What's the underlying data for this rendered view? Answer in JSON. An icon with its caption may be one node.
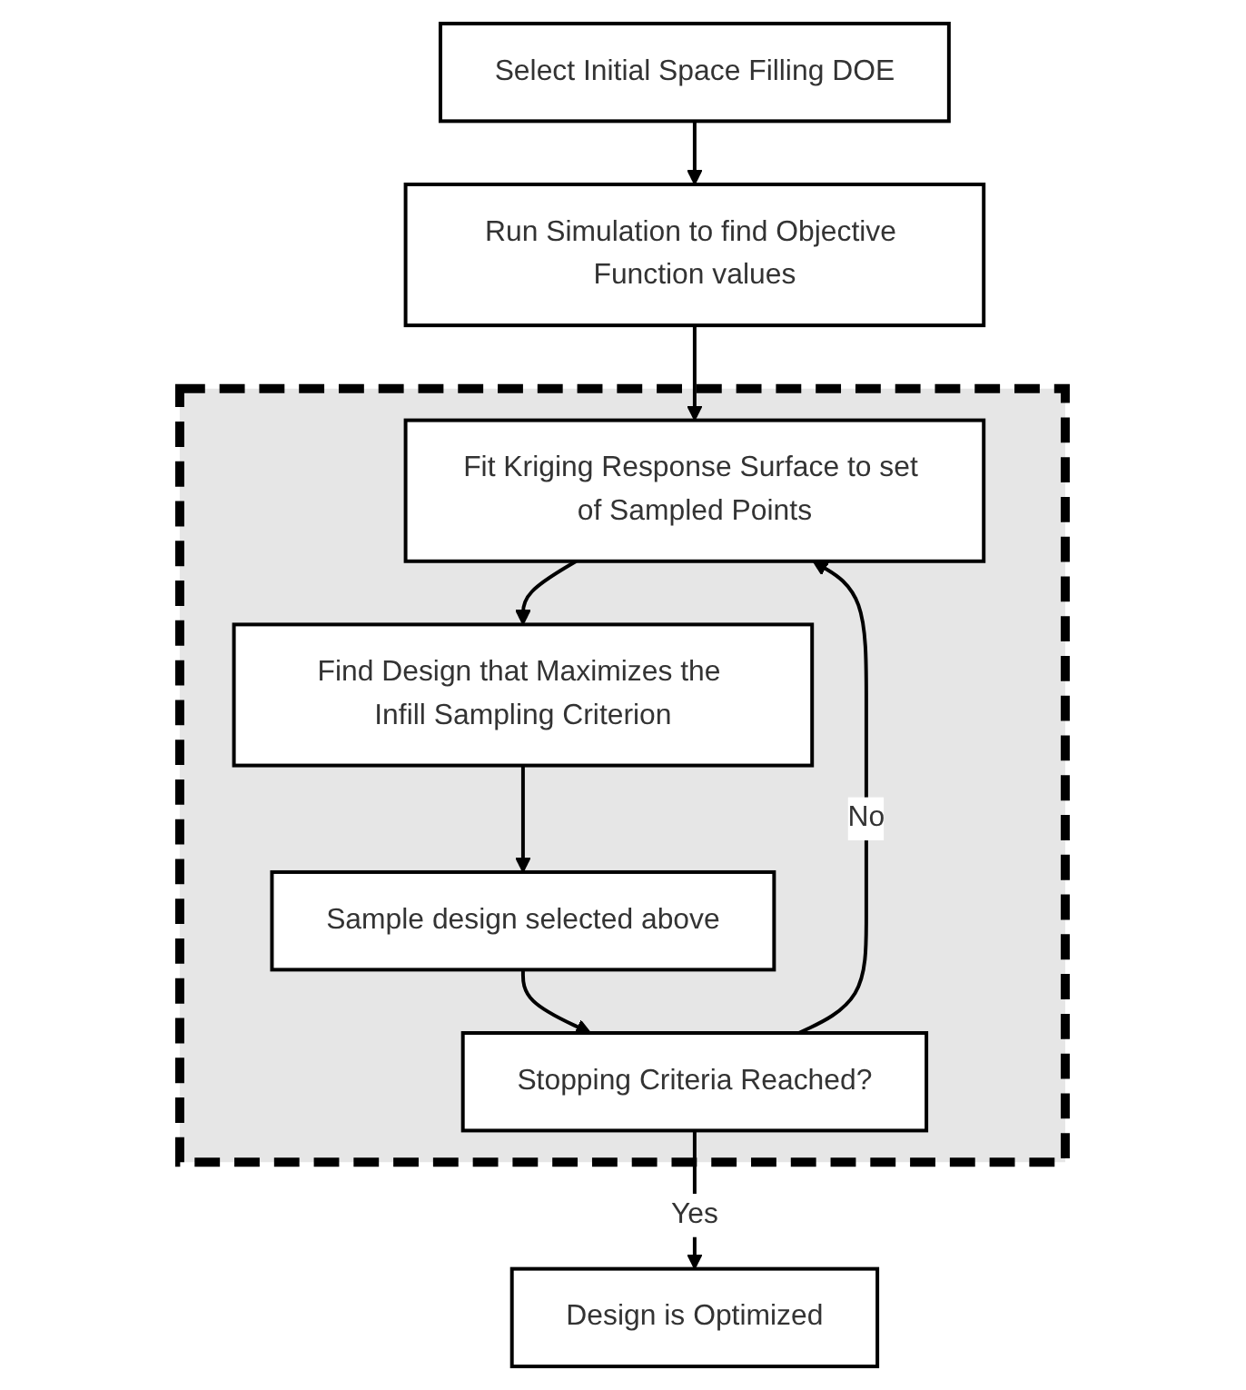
{
  "diagram": {
    "nodes": [
      {
        "text": [
          "Select Initial Space Filling DOE"
        ]
      },
      {
        "text": [
          "Run Simulation to find Objective Function values"
        ]
      },
      {
        "text": [],
        "shape": "box"
      },
      {
        "text": [
          "Fit Kriging Response Surface to set of Sampled Points"
        ],
        "in": 2
      },
      {
        "text": [
          "Find Design that Maximizes the Infill Sampling Criterion"
        ],
        "in": 2
      },
      {
        "text": [
          "Sample design selected above"
        ],
        "in": 2
      },
      {
        "text": [
          "Stopping Criteria Reached?"
        ],
        "in": 2
      },
      {
        "text": [
          "Design is Optimized"
        ]
      }
    ],
    "edges": [
      {
        "from": 0,
        "to": 1,
        "arrow": "to"
      },
      {
        "from": 1,
        "to": 3,
        "arrow": "to"
      },
      {
        "from": 3,
        "to": 4,
        "arrow": "to"
      },
      {
        "from": 4,
        "to": 5,
        "arrow": "to"
      },
      {
        "from": 5,
        "to": 6,
        "arrow": "to"
      },
      {
        "from": 6,
        "to": 3,
        "arrow": "to",
        "label": "No"
      },
      {
        "from": 6,
        "to": 7,
        "arrow": "to",
        "label": "Yes"
      }
    ]
  }
}
